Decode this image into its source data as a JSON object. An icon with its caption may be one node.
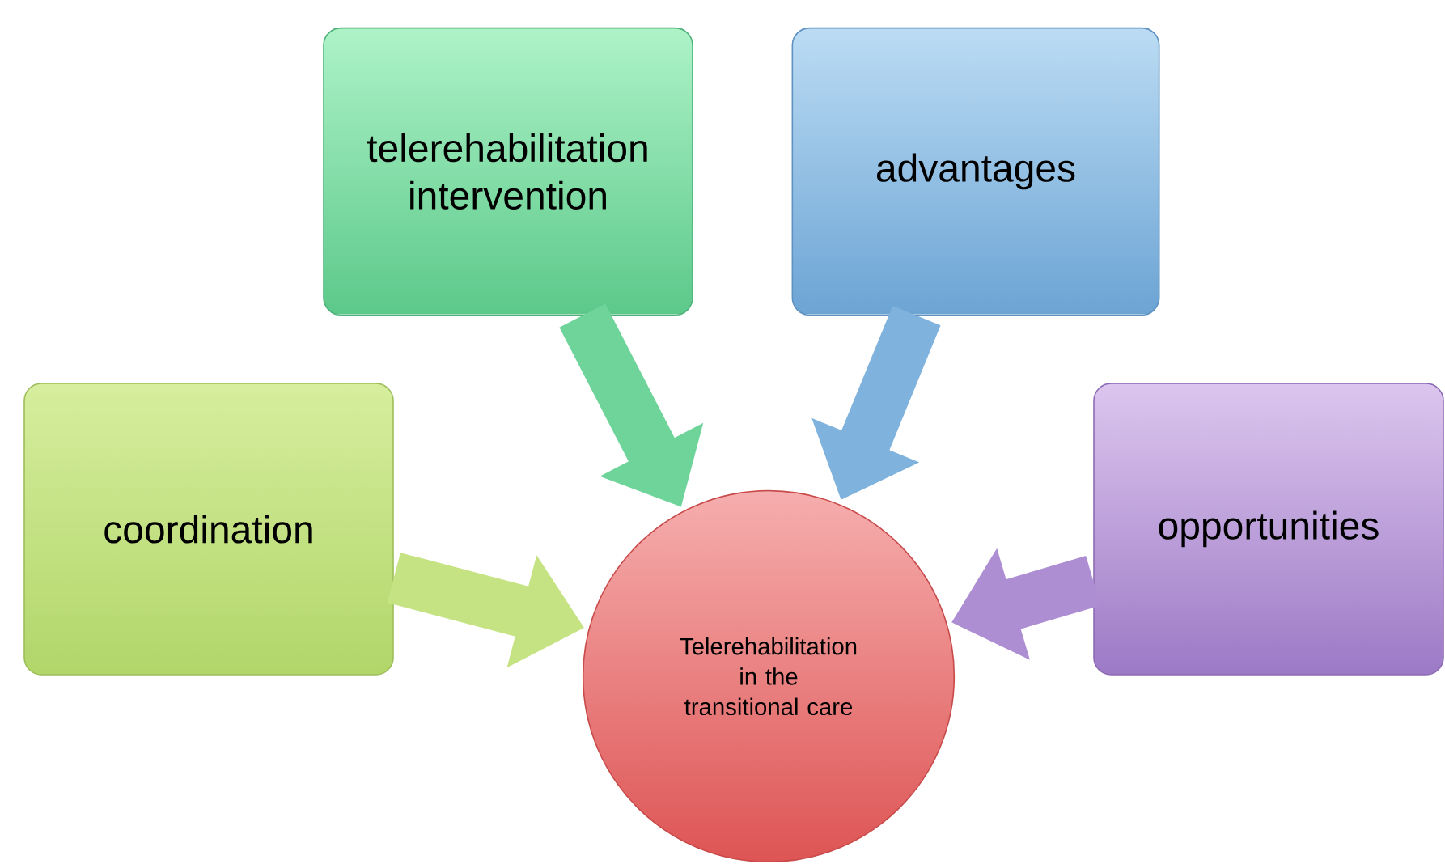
{
  "diagram": {
    "nodes": [
      {
        "text": [
          "coordination"
        ]
      },
      {
        "text": [
          "telerehabilitation intervention"
        ]
      },
      {
        "text": [
          "advantages"
        ]
      },
      {
        "text": [
          "opportunities"
        ]
      },
      {
        "text": [
          "Telerehabilitation in the transitional care"
        ]
      }
    ],
    "edges": [
      {
        "from": 0,
        "to": 4,
        "arrow": "to",
        "color": "#c6e384"
      },
      {
        "from": 1,
        "to": 4,
        "arrow": "to",
        "color": "#6fd49a"
      },
      {
        "from": 2,
        "to": 4,
        "arrow": "to",
        "color": "#7fb2dc"
      },
      {
        "from": 3,
        "to": 4,
        "arrow": "to",
        "color": "#ad8ed3"
      }
    ]
  }
}
